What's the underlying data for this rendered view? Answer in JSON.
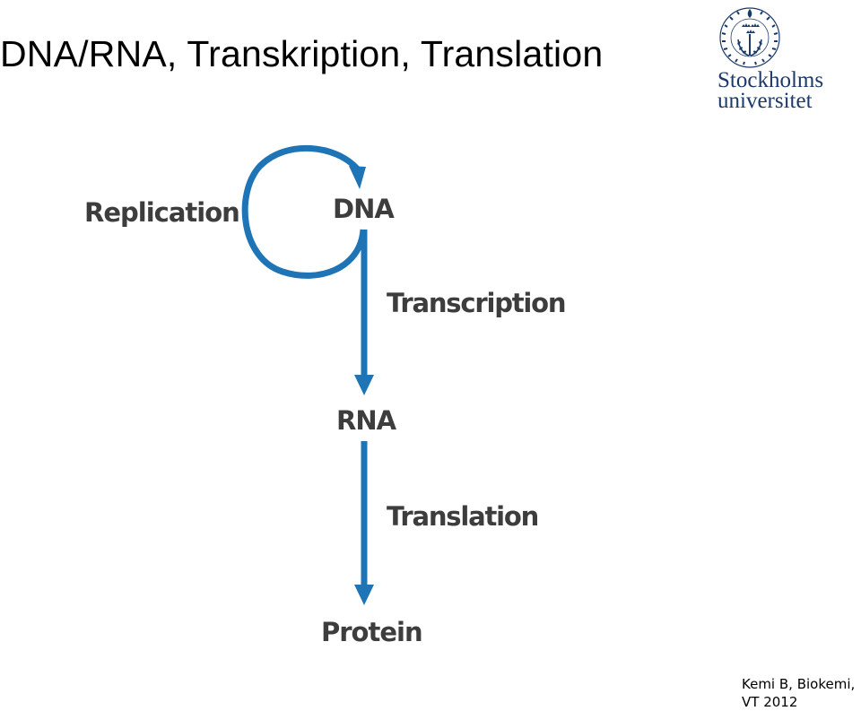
{
  "slide": {
    "title": "DNA/RNA, Transkription, Translation"
  },
  "logo": {
    "line1": "Stockholms",
    "line2": "universitet",
    "seal_text_left": "UNIVERSITET",
    "seal_text_right": "STOCKHOLMS"
  },
  "diagram": {
    "nodes": {
      "dna": "DNA",
      "rna": "RNA",
      "protein": "Protein"
    },
    "processes": {
      "replication": "Replication",
      "transcription": "Transcription",
      "translation": "Translation"
    },
    "arrow_color": "#1f74b6",
    "label_color": "#3d3d3d"
  },
  "footer": {
    "line1": "Kemi B, Biokemi,",
    "line2": "VT 2012"
  }
}
